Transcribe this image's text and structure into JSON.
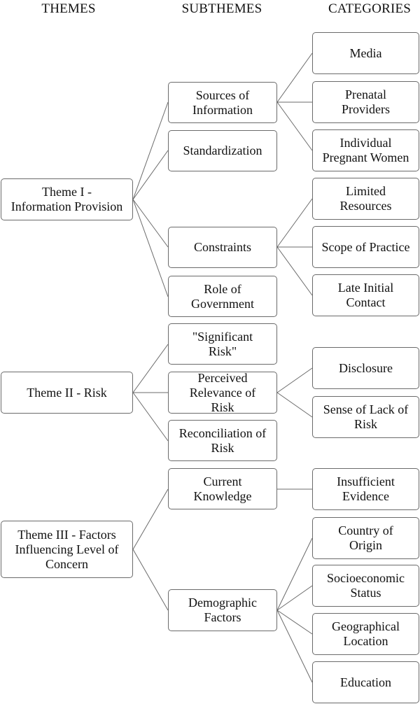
{
  "headers": {
    "themes": "THEMES",
    "subthemes": "SUBTHEMES",
    "categories": "CATEGORIES"
  },
  "themes": [
    {
      "label": "Theme I -\nInformation Provision",
      "subthemes": [
        {
          "label": "Sources of\nInformation",
          "categories": [
            "Media",
            "Prenatal\nProviders",
            "Individual\nPregnant Women"
          ]
        },
        {
          "label": "Standardization",
          "categories": []
        },
        {
          "label": "Constraints",
          "categories": [
            "Limited\nResources",
            "Scope of Practice",
            "Late Initial\nContact"
          ]
        },
        {
          "label": "Role of\nGovernment",
          "categories": []
        }
      ]
    },
    {
      "label": "Theme II - Risk",
      "subthemes": [
        {
          "label": "\"Significant\nRisk\"",
          "categories": []
        },
        {
          "label": "Perceived\nRelevance of\nRisk",
          "categories": [
            "Disclosure",
            "Sense of Lack of\nRisk"
          ]
        },
        {
          "label": "Reconciliation of\nRisk",
          "categories": []
        }
      ]
    },
    {
      "label": "Theme III - Factors\nInfluencing Level of\nConcern",
      "subthemes": [
        {
          "label": "Current\nKnowledge",
          "categories": [
            "Insufficient\nEvidence"
          ]
        },
        {
          "label": "Demographic\nFactors",
          "categories": [
            "Country of\nOrigin",
            "Socioeconomic\nStatus",
            "Geographical\nLocation",
            "Education"
          ]
        }
      ]
    }
  ]
}
